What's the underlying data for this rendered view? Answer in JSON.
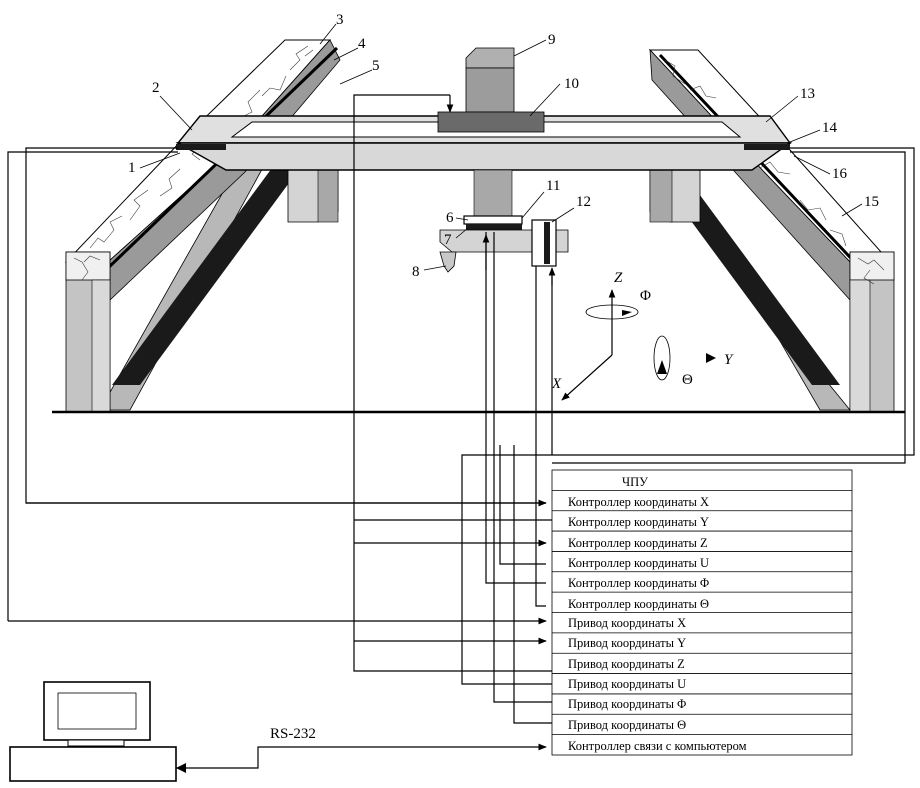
{
  "labels": {
    "n1": "1",
    "n2": "2",
    "n3": "3",
    "n4": "4",
    "n5": "5",
    "n6": "6",
    "n7": "7",
    "n8": "8",
    "n9": "9",
    "n10": "10",
    "n11": "11",
    "n12": "12",
    "n13": "13",
    "n14": "14",
    "n15": "15",
    "n16": "16"
  },
  "axes": {
    "z": "Z",
    "phi": "Φ",
    "x": "X",
    "y": "Y",
    "theta": "Θ"
  },
  "table": {
    "header": "ЧПУ",
    "rows": [
      "Контроллер координаты X",
      "Контроллер координаты Y",
      "Контроллер координаты Z",
      "Контроллер координаты U",
      "Контроллер координаты Φ",
      "Контроллер координаты Θ",
      "Привод координаты X",
      "Привод координаты Y",
      "Привод координаты Z",
      "Привод координаты U",
      "Привод координаты Φ",
      "Привод координаты Θ",
      "Контроллер связи с компьютером"
    ]
  },
  "link_label": "RS-232",
  "colors": {
    "gray_mid": "#9a9a9a",
    "gray_light": "#d4d4d4",
    "gray_dark": "#7a7a7a",
    "black": "#000000"
  }
}
